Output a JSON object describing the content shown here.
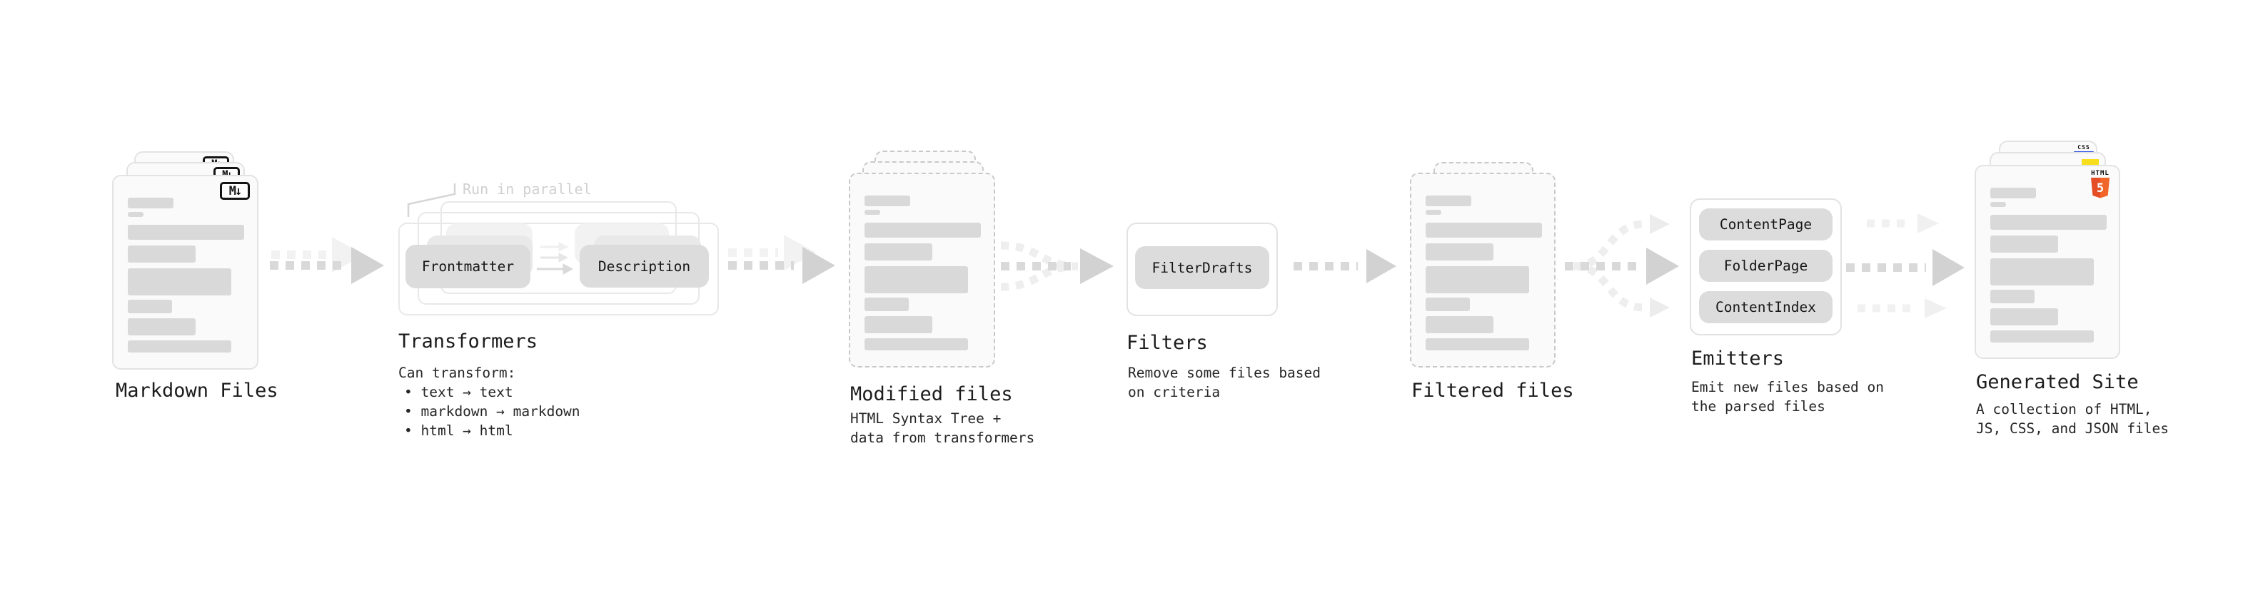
{
  "diagram": {
    "annotation_run_in_parallel": "Run in parallel",
    "markdown": {
      "title": "Markdown Files",
      "badge": "M↓"
    },
    "transformers": {
      "title": "Transformers",
      "caption": "Can transform:",
      "bullet_text": "• text → text",
      "bullet_markdown": "• markdown → markdown",
      "bullet_html": "• html → html",
      "pill_frontmatter": "Frontmatter",
      "pill_description": "Description"
    },
    "modified": {
      "title": "Modified files",
      "caption_line1": "HTML Syntax Tree +",
      "caption_line2": "data from transformers"
    },
    "filters": {
      "title": "Filters",
      "caption_line1": "Remove some files based",
      "caption_line2": "on criteria",
      "pill": "FilterDrafts"
    },
    "filtered": {
      "title": "Filtered files"
    },
    "emitters": {
      "title": "Emitters",
      "caption_line1": "Emit new files based on",
      "caption_line2": "the parsed files",
      "pills": [
        "ContentPage",
        "FolderPage",
        "ContentIndex"
      ]
    },
    "generated": {
      "title": "Generated Site",
      "caption_line1": "A collection of HTML,",
      "caption_line2": "JS, CSS, and JSON files",
      "html5_label": "HTML",
      "html5_number": "5",
      "css_label": "CSS"
    }
  },
  "colors": {
    "background": "#ffffff",
    "card_fill": "#fafafa",
    "card_border": "#e3e3e3",
    "dashed_border": "#c9c9c9",
    "skeleton_bar": "#d9d9d9",
    "pill_fill": "#dcdcdc",
    "container_border": "#e2e2e2",
    "arrow": "#d9d9d9",
    "arrow_faint": "#eeeeee",
    "text": "#1c1c1c",
    "muted_annotation": "#d0d0d0",
    "markdown_badge": "#141414",
    "html5_orange": "#e44d26",
    "html5_orange_light": "#f16529",
    "js_yellow": "#f7df1e",
    "css_blue": "#264de4"
  }
}
